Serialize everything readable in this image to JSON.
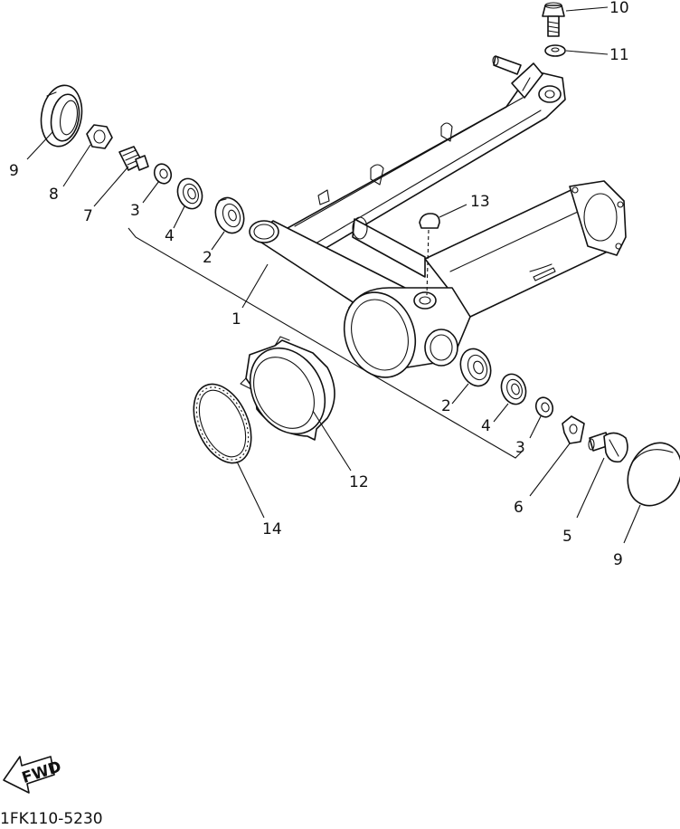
{
  "callouts": {
    "c1": "1",
    "c2a": "2",
    "c2b": "2",
    "c3a": "3",
    "c3b": "3",
    "c4a": "4",
    "c4b": "4",
    "c5": "5",
    "c6": "6",
    "c7": "7",
    "c8": "8",
    "c9a": "9",
    "c9b": "9",
    "c10": "10",
    "c11": "11",
    "c12": "12",
    "c13": "13",
    "c14": "14"
  },
  "fwd_label": "FWD",
  "drawing_code": "1FK110-5230"
}
